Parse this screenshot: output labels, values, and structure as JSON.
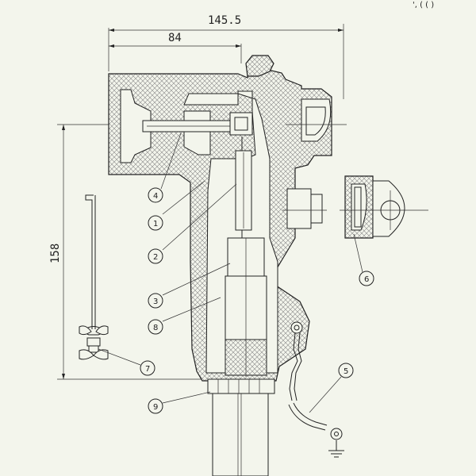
{
  "dimensions": {
    "overall_width": "145.5",
    "partial_width": "84",
    "height": "158"
  },
  "callouts": [
    {
      "id": "1",
      "label": "1"
    },
    {
      "id": "2",
      "label": "2"
    },
    {
      "id": "3",
      "label": "3"
    },
    {
      "id": "4",
      "label": "4"
    },
    {
      "id": "5",
      "label": "5"
    },
    {
      "id": "6",
      "label": "6"
    },
    {
      "id": "7",
      "label": "7"
    },
    {
      "id": "8",
      "label": "8"
    },
    {
      "id": "9",
      "label": "9"
    }
  ],
  "corner_text": "', ( ( )"
}
